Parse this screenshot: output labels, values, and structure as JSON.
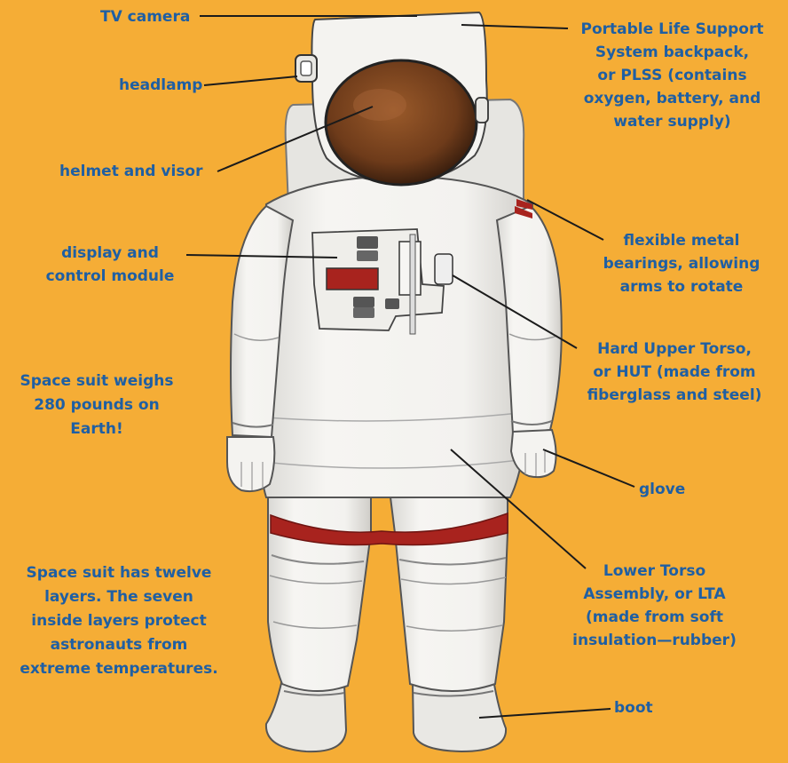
{
  "labels": {
    "tv_camera": "TV camera",
    "headlamp": "headlamp",
    "helmet_and_visor": "helmet and visor",
    "display_and_control_module": "display and\ncontrol module",
    "plss": "Portable Life Support\nSystem backpack,\nor PLSS (contains\noxygen, battery, and\nwater supply)",
    "bearings": "flexible metal\nbearings, allowing\narms to rotate",
    "hut": "Hard Upper Torso,\nor HUT (made from\nfiberglass and steel)",
    "glove": "glove",
    "lta": "Lower Torso\nAssembly, or LTA\n(made from soft\ninsulation—rubber)",
    "boot": "boot"
  },
  "notes": {
    "weight": "Space suit weighs\n280 pounds on\nEarth!",
    "layers": "Space suit has twelve\nlayers. The seven\ninside layers protect\nastronauts from\nextreme temperatures."
  },
  "colors": {
    "background": "#f5ad36",
    "label_text": "#1f5fa3",
    "suit_white": "#f3f2ef",
    "visor_brown": "#7a4420",
    "stripe_red": "#a8231e",
    "leader_line": "#1b1b1b"
  }
}
